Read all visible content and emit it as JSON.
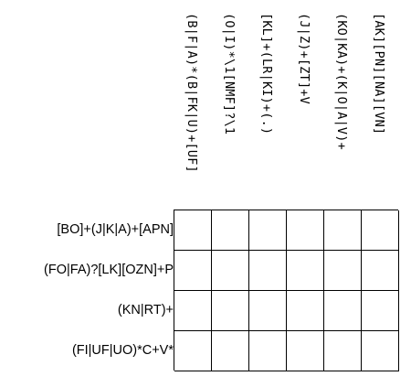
{
  "puzzle": {
    "columns": [
      "(B|F|A)*(B|FK|U)+[UF]",
      "(O|I)*\\1[NMF]?\\1",
      "[KL]+(LR|KI)+(.)",
      "(J|Z)+[ZT]+V",
      "(KO|KA)+(K|O|A|V)+",
      "[AK][PN][NA][VN]"
    ],
    "rows": [
      "[BO]+(J|K|A)+[APN]",
      "(FO|FA)?[LK][OZN]+P",
      "(KN|RT)+",
      "(FI|UF|UO)*C+V*"
    ],
    "cells": [
      [
        "",
        "",
        "",
        "",
        "",
        ""
      ],
      [
        "",
        "",
        "",
        "",
        "",
        ""
      ],
      [
        "",
        "",
        "",
        "",
        "",
        ""
      ],
      [
        "",
        "",
        "",
        "",
        "",
        ""
      ]
    ]
  }
}
